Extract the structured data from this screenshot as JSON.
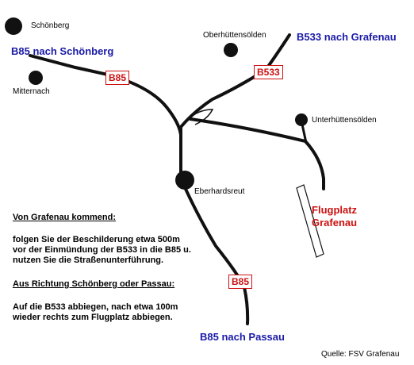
{
  "colors": {
    "road_label": "#1a1aa8",
    "red": "#cc1010",
    "line": "#111111"
  },
  "places": {
    "schoenberg": "Schönberg",
    "mitternach": "Mitternach",
    "oberhuettensoelden": "Oberhüttensölden",
    "unterhuettensoelden": "Unterhüttensölden",
    "eberhardsreut": "Eberhardsreut"
  },
  "roads": {
    "b85_schoenberg": "B85 nach Schönberg",
    "b533_grafenau": "B533 nach Grafenau",
    "b85_passau": "B85 nach Passau"
  },
  "badges": {
    "b85_top": "B85",
    "b533": "B533",
    "b85_bottom": "B85"
  },
  "airport": {
    "line1": "Flugplatz",
    "line2": "Grafenau"
  },
  "directions": {
    "grafenau": {
      "heading": "Von Grafenau kommend:",
      "lines": [
        "folgen Sie der Beschilderung etwa 500m",
        "vor der Einmündung der B533 in die B85 u.",
        "nutzen Sie die Straßenunterführung."
      ]
    },
    "schoenberg_passau": {
      "heading": "Aus Richtung Schönberg oder Passau:",
      "lines": [
        "Auf die B533 abbiegen, nach etwa 100m",
        "wieder rechts zum Flugplatz abbiegen."
      ]
    }
  },
  "credit": "Quelle: FSV Grafenau"
}
